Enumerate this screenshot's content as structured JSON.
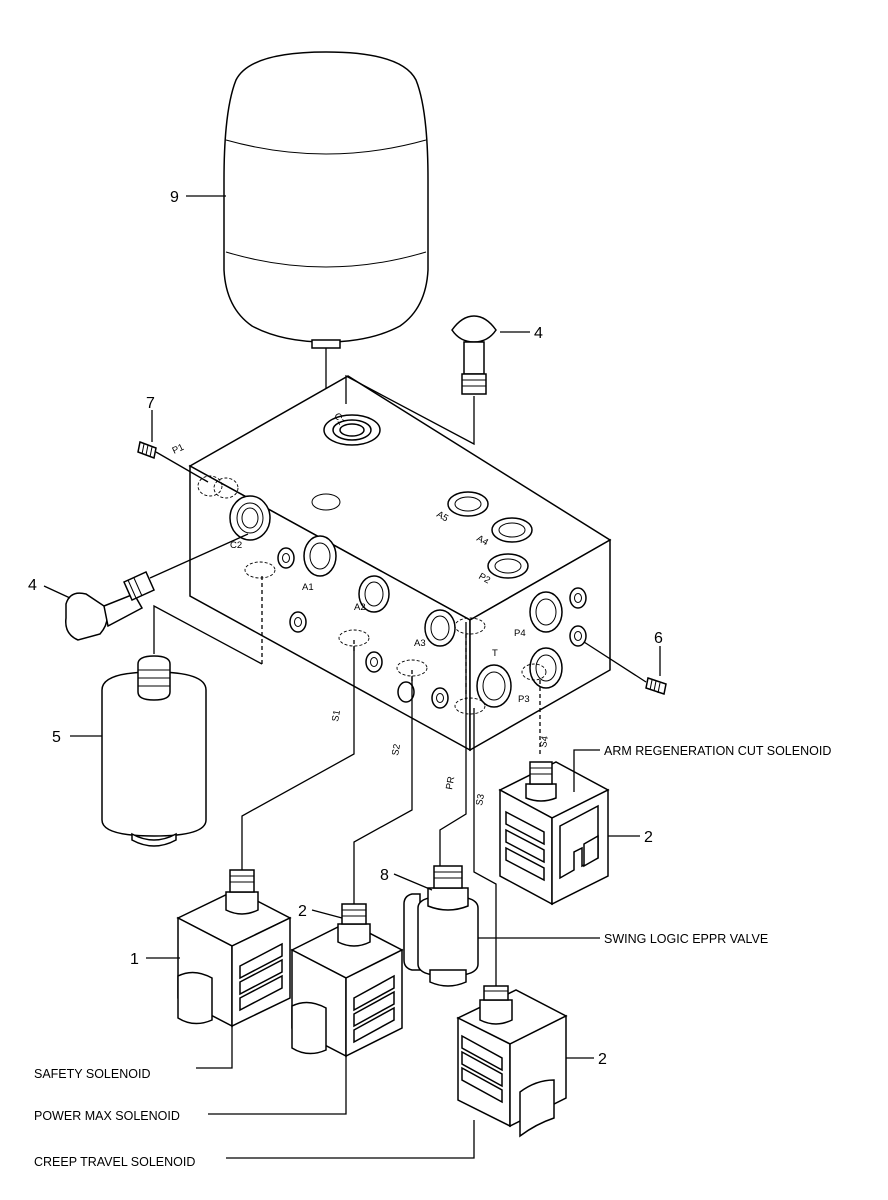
{
  "callouts": {
    "n1": "1",
    "n2a": "2",
    "n2b": "2",
    "n2c": "2",
    "n4a": "4",
    "n4b": "4",
    "n5": "5",
    "n6": "6",
    "n7": "7",
    "n8": "8",
    "n9": "9"
  },
  "labels": {
    "arm_regen": "ARM REGENERATION CUT SOLENOID",
    "swing_logic": "SWING LOGIC EPPR VALVE",
    "safety": "SAFETY SOLENOID",
    "power_max": "POWER MAX SOLENOID",
    "creep_travel": "CREEP TRAVEL SOLENOID"
  },
  "ports": {
    "c1": "C1",
    "c2": "C2",
    "p1": "P1",
    "a1": "A1",
    "a2": "A2",
    "a3": "A3",
    "a4": "A4",
    "a5": "A5",
    "p2": "P2",
    "p3": "P3",
    "p4": "P4",
    "t": "T",
    "s1": "S1",
    "s2": "S2",
    "s3": "S3",
    "s4": "S4",
    "pr": "PR"
  }
}
